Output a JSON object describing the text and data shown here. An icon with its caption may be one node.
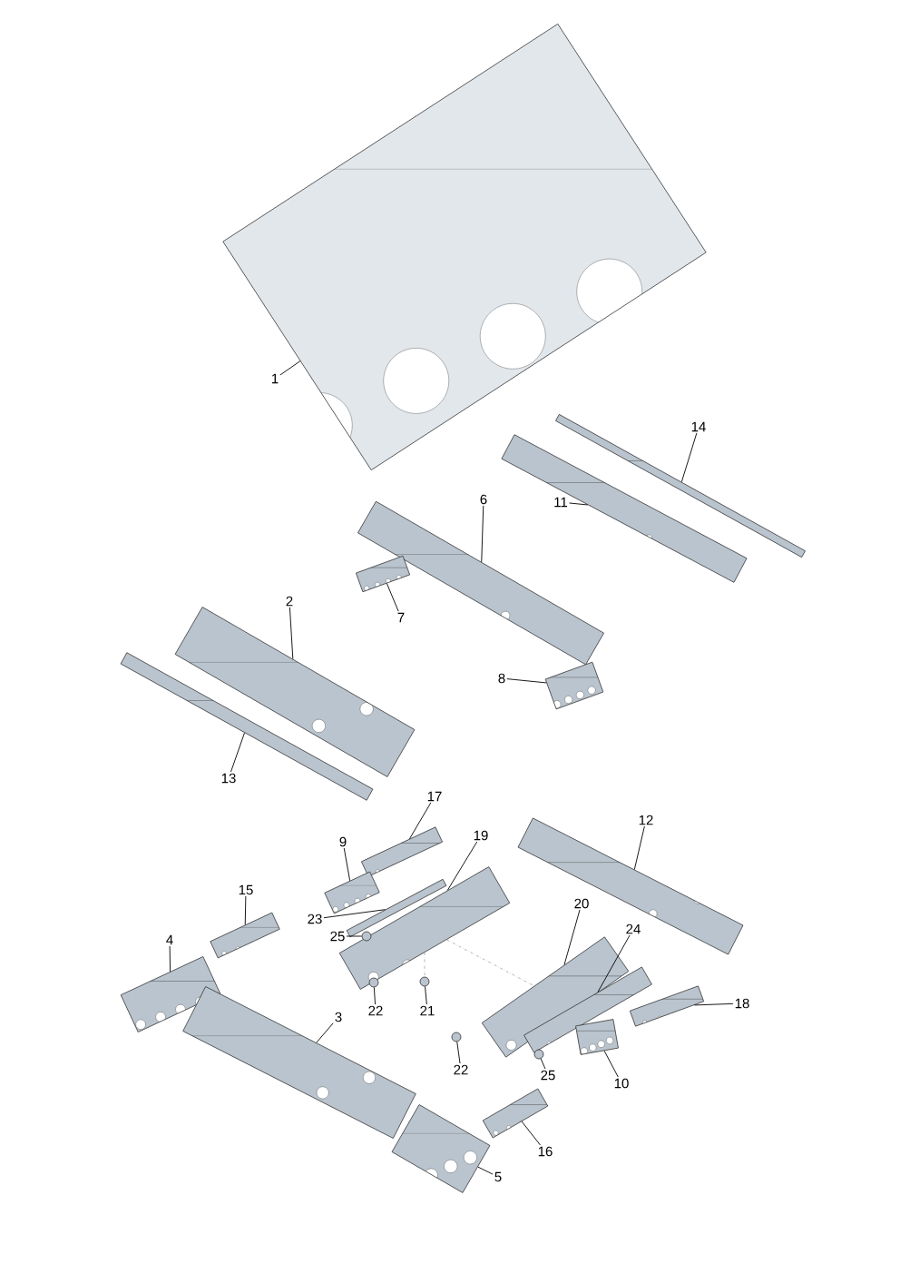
{
  "diagram": {
    "nodes": [
      {
        "text": [
          "1"
        ]
      },
      {
        "text": [],
        "shape": "picture"
      },
      {
        "text": [
          "14"
        ]
      },
      {
        "text": [],
        "shape": "picture"
      },
      {
        "text": [
          "11"
        ]
      },
      {
        "text": [],
        "shape": "picture"
      },
      {
        "text": [
          "6"
        ]
      },
      {
        "text": [],
        "shape": "picture"
      },
      {
        "text": [
          "7"
        ]
      },
      {
        "text": [],
        "shape": "picture"
      },
      {
        "text": [
          "2"
        ]
      },
      {
        "text": [],
        "shape": "picture"
      },
      {
        "text": [
          "8"
        ]
      },
      {
        "text": [],
        "shape": "picture"
      },
      {
        "text": [
          "13"
        ]
      },
      {
        "text": [],
        "shape": "picture"
      },
      {
        "text": [
          "17"
        ]
      },
      {
        "text": [],
        "shape": "picture"
      },
      {
        "text": [
          "12"
        ]
      },
      {
        "text": [],
        "shape": "picture"
      },
      {
        "text": [
          "9"
        ]
      },
      {
        "text": [],
        "shape": "picture"
      },
      {
        "text": [
          "19"
        ]
      },
      {
        "text": [],
        "shape": "picture"
      },
      {
        "text": [
          "15"
        ]
      },
      {
        "text": [],
        "shape": "picture"
      },
      {
        "text": [
          "23"
        ]
      },
      {
        "text": [],
        "shape": "bar"
      },
      {
        "text": [
          "25"
        ]
      },
      {
        "text": [],
        "shape": "circle"
      },
      {
        "text": [
          "20"
        ]
      },
      {
        "text": [],
        "shape": "picture"
      },
      {
        "text": [
          "24"
        ]
      },
      {
        "text": [],
        "shape": "picture"
      },
      {
        "text": [
          "4"
        ]
      },
      {
        "text": [],
        "shape": "picture"
      },
      {
        "text": [
          "22"
        ]
      },
      {
        "text": [],
        "shape": "circle"
      },
      {
        "text": [
          "21"
        ]
      },
      {
        "text": [],
        "shape": "circle"
      },
      {
        "text": [
          "18"
        ]
      },
      {
        "text": [],
        "shape": "picture"
      },
      {
        "text": [
          "3"
        ]
      },
      {
        "text": [],
        "shape": "picture"
      },
      {
        "text": [
          "22"
        ]
      },
      {
        "text": [],
        "shape": "circle"
      },
      {
        "text": [
          "25"
        ]
      },
      {
        "text": [],
        "shape": "circle"
      },
      {
        "text": [
          "10"
        ]
      },
      {
        "text": [],
        "shape": "picture"
      },
      {
        "text": [
          "16"
        ]
      },
      {
        "text": [],
        "shape": "picture"
      },
      {
        "text": [
          "5"
        ]
      },
      {
        "text": [],
        "shape": "picture"
      }
    ],
    "edges": [
      {
        "from": 0,
        "to": 1,
        "arrow": "none"
      },
      {
        "from": 2,
        "to": 3,
        "arrow": "none"
      },
      {
        "from": 4,
        "to": 5,
        "arrow": "none"
      },
      {
        "from": 6,
        "to": 7,
        "arrow": "none"
      },
      {
        "from": 8,
        "to": 9,
        "arrow": "none"
      },
      {
        "from": 10,
        "to": 11,
        "arrow": "none"
      },
      {
        "from": 12,
        "to": 13,
        "arrow": "none"
      },
      {
        "from": 14,
        "to": 15,
        "arrow": "none"
      },
      {
        "from": 16,
        "to": 17,
        "arrow": "none"
      },
      {
        "from": 18,
        "to": 19,
        "arrow": "none"
      },
      {
        "from": 20,
        "to": 21,
        "arrow": "none"
      },
      {
        "from": 22,
        "to": 23,
        "arrow": "none"
      },
      {
        "from": 24,
        "to": 25,
        "arrow": "none"
      },
      {
        "from": 26,
        "to": 27,
        "arrow": "none"
      },
      {
        "from": 28,
        "to": 29,
        "arrow": "none"
      },
      {
        "from": 30,
        "to": 31,
        "arrow": "none"
      },
      {
        "from": 32,
        "to": 33,
        "arrow": "none"
      },
      {
        "from": 34,
        "to": 35,
        "arrow": "none"
      },
      {
        "from": 36,
        "to": 37,
        "arrow": "none"
      },
      {
        "from": 38,
        "to": 39,
        "arrow": "none"
      },
      {
        "from": 40,
        "to": 41,
        "arrow": "none"
      },
      {
        "from": 42,
        "to": 43,
        "arrow": "none"
      },
      {
        "from": 44,
        "to": 45,
        "arrow": "none"
      },
      {
        "from": 46,
        "to": 47,
        "arrow": "none"
      },
      {
        "from": 48,
        "to": 49,
        "arrow": "none"
      },
      {
        "from": 50,
        "to": 51,
        "arrow": "none"
      },
      {
        "from": 52,
        "to": 53,
        "arrow": "none"
      },
      {
        "from": 23,
        "to": 31,
        "arrow": "none",
        "style": "dashed",
        "color": "#666666"
      },
      {
        "from": 23,
        "to": 39,
        "arrow": "none",
        "style": "dashed",
        "color": "#666666"
      }
    ]
  }
}
